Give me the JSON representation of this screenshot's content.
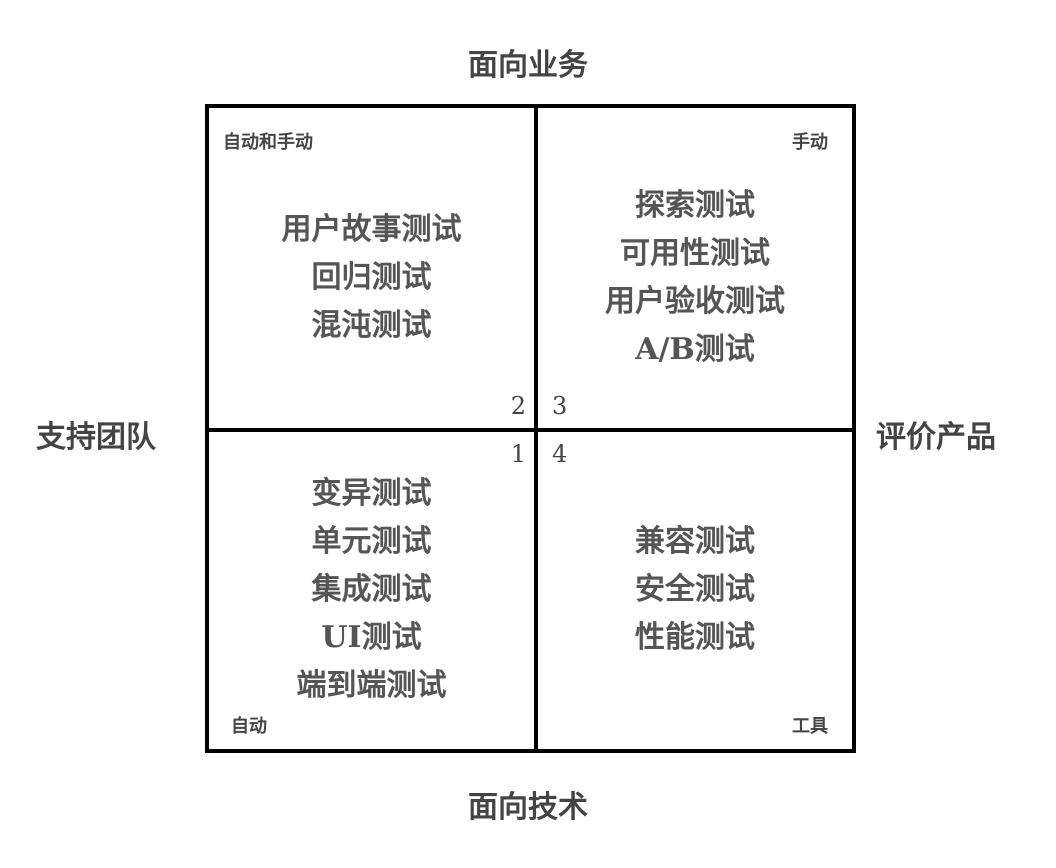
{
  "axes": {
    "top": "面向业务",
    "bottom": "面向技术",
    "left": "支持团队",
    "right": "评价产品"
  },
  "quadrants": [
    {
      "position": "top-left",
      "number": "2",
      "corner_label": "自动和手动",
      "items": [
        "用户故事测试",
        "回归测试",
        "混沌测试"
      ]
    },
    {
      "position": "top-right",
      "number": "3",
      "corner_label": "手动",
      "items": [
        "探索测试",
        "可用性测试",
        "用户验收测试",
        "A/B测试"
      ]
    },
    {
      "position": "bottom-left",
      "number": "1",
      "corner_label": "自动",
      "items": [
        "变异测试",
        "单元测试",
        "集成测试",
        "UI测试",
        "端到端测试"
      ]
    },
    {
      "position": "bottom-right",
      "number": "4",
      "corner_label": "工具",
      "items": [
        "兼容测试",
        "安全测试",
        "性能测试"
      ]
    }
  ]
}
